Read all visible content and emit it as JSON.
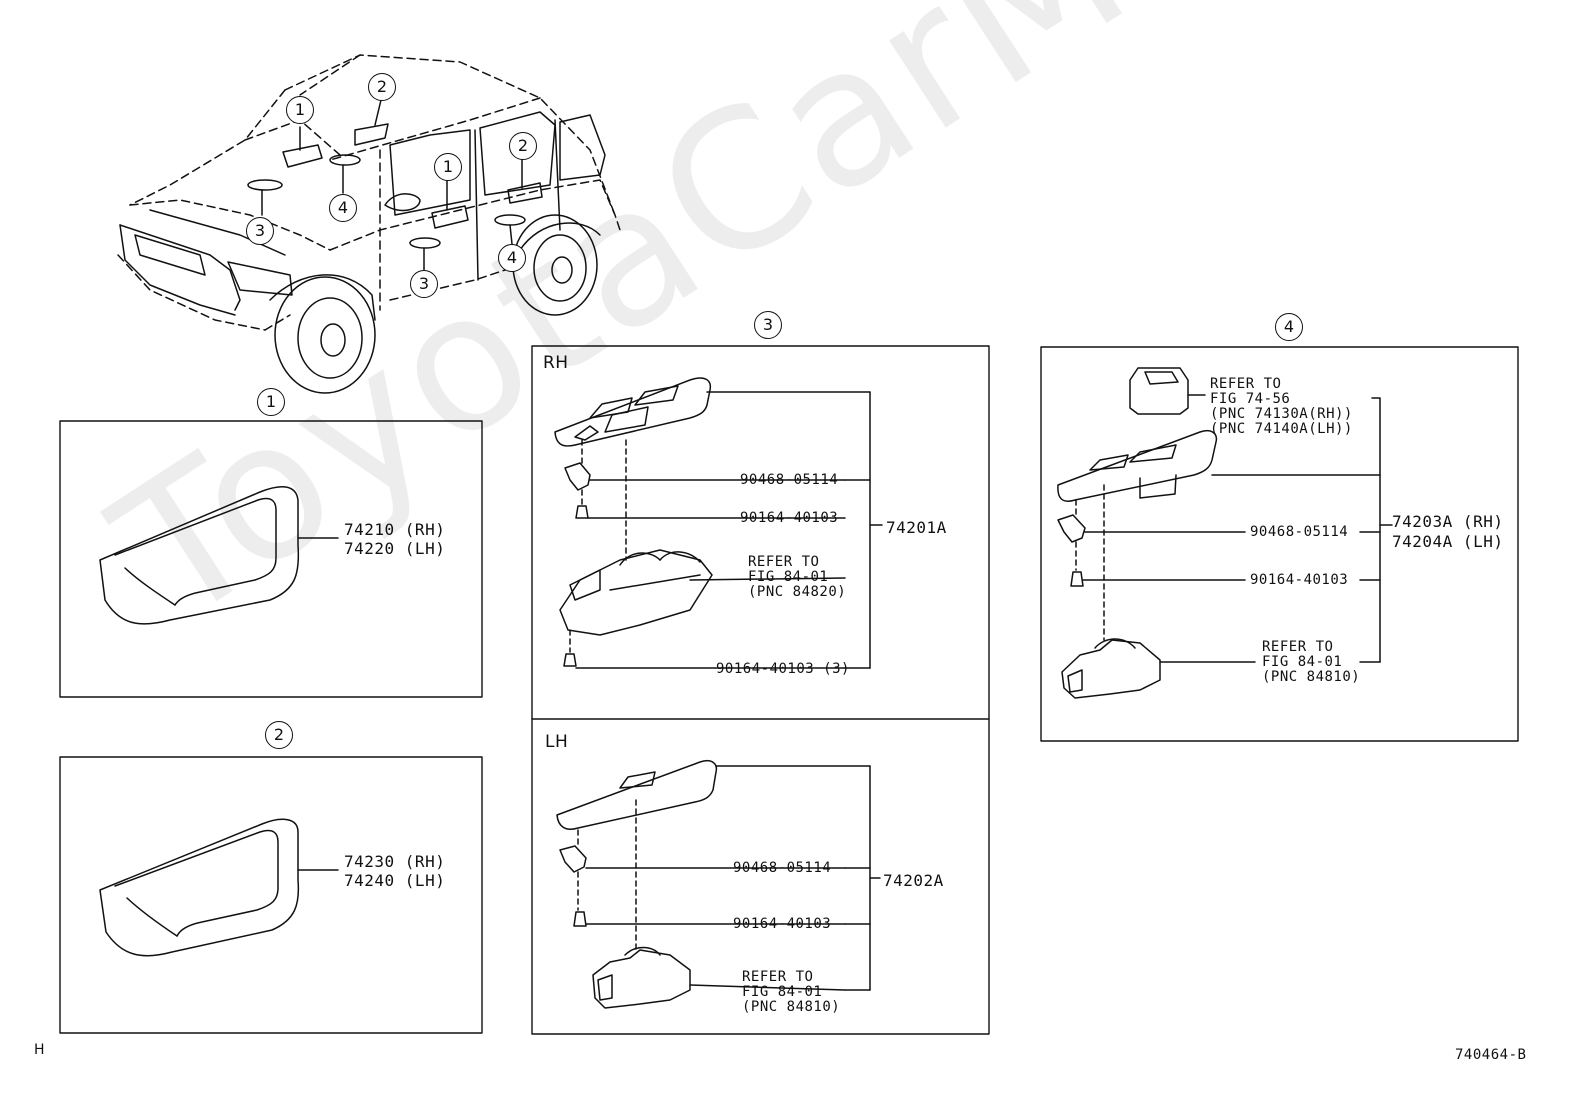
{
  "watermark": "ToyotaCarMine.ru",
  "corner_left": "H",
  "corner_right": "740464-B",
  "callouts": {
    "one": "1",
    "two": "2",
    "three": "3",
    "four": "4"
  },
  "panel1": {
    "part_rh": "74210 (RH)",
    "part_lh": "74220 (LH)"
  },
  "panel2": {
    "part_rh": "74230 (RH)",
    "part_lh": "74240 (LH)"
  },
  "panel3": {
    "rh_title": "RH",
    "lh_title": "LH",
    "rh_assembly": "74201A",
    "lh_assembly": "74202A",
    "rh_bracket": "90468-05114",
    "rh_screw": "90164-40103",
    "rh_refer": "REFER TO\nFIG 84-01\n(PNC 84820)",
    "rh_screw3": "90164-40103 (3)",
    "lh_bracket": "90468-05114",
    "lh_screw": "90164-40103",
    "lh_refer": "REFER TO\nFIG 84-01\n(PNC 84810)"
  },
  "panel4": {
    "refer_top": "REFER TO\nFIG 74-56\n(PNC 74130A(RH))\n(PNC 74140A(LH))",
    "assembly_rh": "74203A (RH)",
    "assembly_lh": "74204A (LH)",
    "bracket": "90468-05114",
    "screw": "90164-40103",
    "refer_bottom": "REFER TO\nFIG 84-01\n(PNC 84810)"
  }
}
